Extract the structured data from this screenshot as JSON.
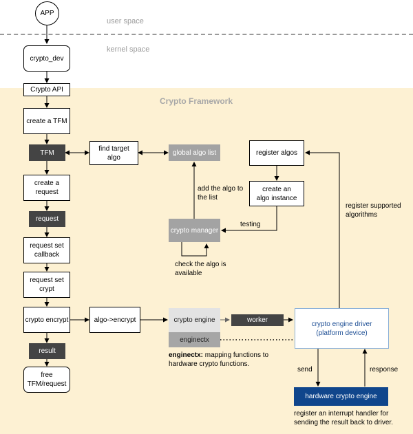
{
  "zones": {
    "user_space": "user space",
    "kernel_space": "kernel space",
    "framework_title": "Crypto Framework"
  },
  "nodes": {
    "app": "APP",
    "crypto_dev": "crypto_dev",
    "crypto_api": "Crypto API",
    "create_tfm": "create a TFM",
    "tfm": "TFM",
    "find_target_algo": "find target algo",
    "global_algo_list": "global algo list",
    "register_algos": "register algos",
    "create_algo_instance": "create an algo instance",
    "create_request": "create a request",
    "request": "request",
    "crypto_manager": "crypto manager",
    "request_set_callback": "request set callback",
    "request_set_crypt": "request set crypt",
    "crypto_encrypt": "crypto encrypt",
    "algo_encrypt": "algo->encrypt",
    "crypto_engine": "crypto engine",
    "worker": "worker",
    "enginectx": "enginectx",
    "crypto_engine_driver": "crypto engine driver (platform device)",
    "result": "result",
    "free_tfm_request": "free TFM/request",
    "hardware_crypto_engine": "hardware crypto engine"
  },
  "annotations": {
    "add_algo": "add the algo to the list",
    "testing": "testing",
    "check_algo": "check the algo is available",
    "register_supported": "register supported algorithms",
    "enginectx_note_bold": "enginectx:",
    "enginectx_note_rest": "mapping functions to hardware crypto functions.",
    "send": "send",
    "response": "response",
    "interrupt_note": "register an interrupt handler for sending the result back to driver."
  }
}
